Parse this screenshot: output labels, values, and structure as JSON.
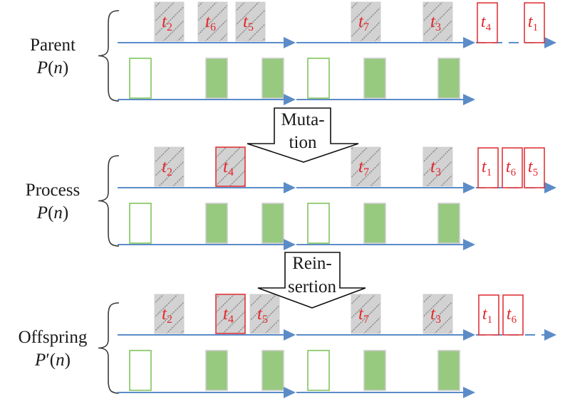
{
  "figure": {
    "description": "Mutation and reinsertion operators on a two-machine schedule",
    "colors": {
      "timeline": "#5b8cc8",
      "task_text": "#e3262b",
      "pending_border": "#e0353a",
      "scheduled_fill": "#d2d2d2",
      "busy_fill": "#97c97e",
      "idle_border": "#80c45c"
    }
  },
  "operators": {
    "mutation": {
      "lines": [
        "Muta-",
        "tion"
      ]
    },
    "reinsertion": {
      "lines": [
        "Rein-",
        "sertion"
      ]
    }
  },
  "rows": [
    {
      "id": "parent",
      "label": "Parent",
      "formula": [
        {
          "t": "P",
          "italic": true
        },
        {
          "t": "(",
          "italic": false
        },
        {
          "t": "n",
          "italic": true
        },
        {
          "t": ")",
          "italic": false
        }
      ],
      "machine1_tasks": [
        {
          "name": "t",
          "sub": "2",
          "state": "scheduled"
        },
        {
          "name": "t",
          "sub": "6",
          "state": "scheduled"
        },
        {
          "name": "t",
          "sub": "5",
          "state": "scheduled"
        },
        {
          "name": "t",
          "sub": "7",
          "state": "scheduled"
        },
        {
          "name": "t",
          "sub": "3",
          "state": "scheduled"
        }
      ],
      "pending_tasks": [
        {
          "name": "t",
          "sub": "4",
          "state": "pending"
        },
        {
          "name": "t",
          "sub": "1",
          "state": "pending"
        }
      ],
      "machine2_blocks": [
        "idle",
        "busy",
        "busy",
        "idle",
        "busy",
        "busy"
      ]
    },
    {
      "id": "process",
      "label": "Process",
      "formula": [
        {
          "t": "P",
          "italic": true
        },
        {
          "t": "(",
          "italic": false
        },
        {
          "t": "n",
          "italic": true
        },
        {
          "t": ")",
          "italic": false
        }
      ],
      "machine1_tasks": [
        {
          "name": "t",
          "sub": "2",
          "state": "scheduled"
        },
        {
          "name": "t",
          "sub": "4",
          "state": "mutated"
        },
        {
          "name": "t",
          "sub": "7",
          "state": "scheduled"
        },
        {
          "name": "t",
          "sub": "3",
          "state": "scheduled"
        }
      ],
      "pending_tasks": [
        {
          "name": "t",
          "sub": "1",
          "state": "pending"
        },
        {
          "name": "t",
          "sub": "6",
          "state": "pending"
        },
        {
          "name": "t",
          "sub": "5",
          "state": "pending"
        }
      ],
      "machine2_blocks": [
        "idle",
        "busy",
        "busy",
        "idle",
        "busy",
        "busy"
      ]
    },
    {
      "id": "offspring",
      "label": "Offspring",
      "formula": [
        {
          "t": "P",
          "italic": true
        },
        {
          "t": "′",
          "italic": false
        },
        {
          "t": "(",
          "italic": false
        },
        {
          "t": "n",
          "italic": true
        },
        {
          "t": ")",
          "italic": false
        }
      ],
      "machine1_tasks": [
        {
          "name": "t",
          "sub": "2",
          "state": "scheduled"
        },
        {
          "name": "t",
          "sub": "4",
          "state": "mutated"
        },
        {
          "name": "t",
          "sub": "5",
          "state": "scheduled"
        },
        {
          "name": "t",
          "sub": "7",
          "state": "scheduled"
        },
        {
          "name": "t",
          "sub": "3",
          "state": "scheduled"
        }
      ],
      "pending_tasks": [
        {
          "name": "t",
          "sub": "1",
          "state": "pending"
        },
        {
          "name": "t",
          "sub": "6",
          "state": "pending"
        }
      ],
      "machine2_blocks": [
        "idle",
        "busy",
        "busy",
        "idle",
        "busy",
        "busy"
      ]
    }
  ]
}
